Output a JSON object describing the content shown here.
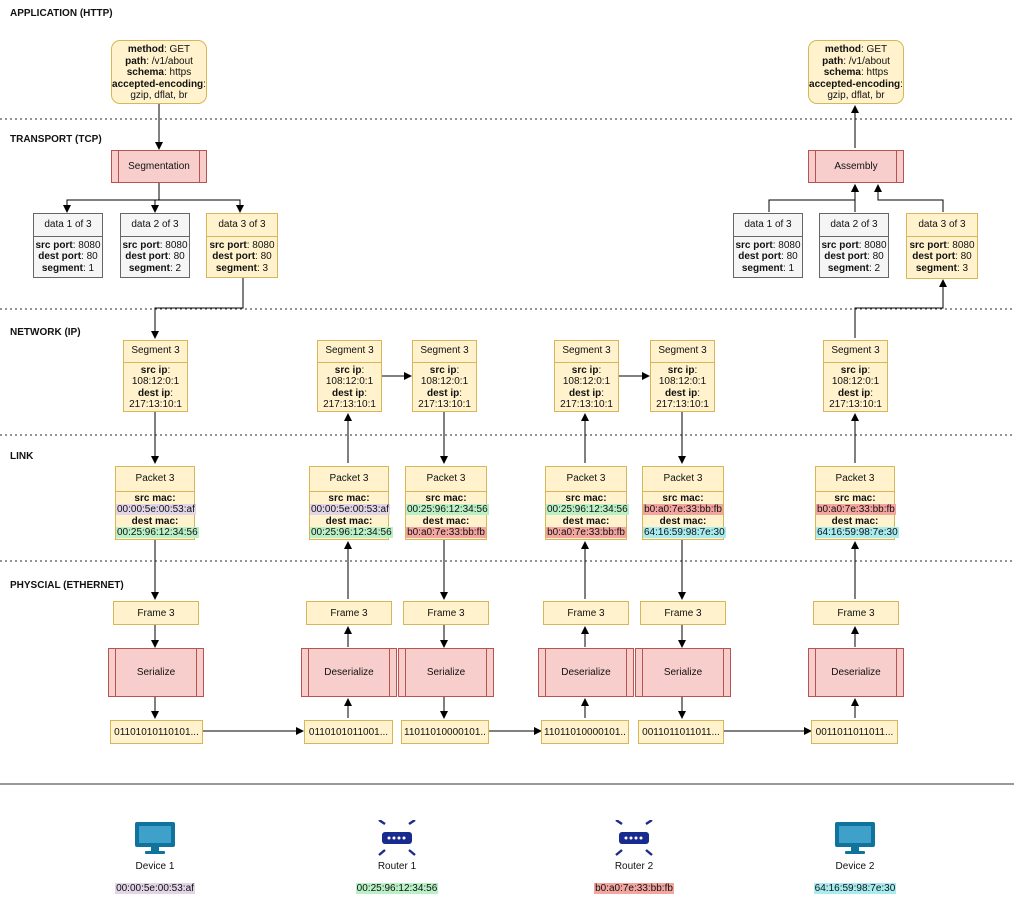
{
  "layers": {
    "application": "APPLICATION (HTTP)",
    "transport": "TRANSPORT (TCP)",
    "network": "NETWORK (IP)",
    "link": "LINK",
    "physical": "PHYSCIAL (ETHERNET)"
  },
  "http": {
    "method_k": "method",
    "method_v": ": GET",
    "path_k": "path",
    "path_v": ": /v1/about",
    "schema_k": "schema",
    "schema_v": ": https",
    "enc_k": "accepted-encoding",
    "enc_v": ":",
    "enc_vals": "gzip, dflat, br"
  },
  "transport": {
    "segmentation": "Segmentation",
    "assembly": "Assembly",
    "chunks": [
      {
        "title": "data 1 of 3",
        "seg": ": 1"
      },
      {
        "title": "data 2 of 3",
        "seg": ": 2"
      },
      {
        "title": "data 3 of 3",
        "seg": ": 3"
      }
    ],
    "src_port_k": "src port",
    "src_port_v": ": 8080",
    "dest_port_k": "dest port",
    "dest_port_v": ": 80",
    "segment_k": "segment"
  },
  "network": {
    "title": "Segment 3",
    "src_k": "src ip",
    "colon": ":",
    "src_v": "108:12:0:1",
    "dest_k": "dest ip",
    "dest_v": "217:13:10:1"
  },
  "link": {
    "title": "Packet 3",
    "src_k": "src mac:",
    "dest_k": "dest mac:"
  },
  "physical": {
    "frame": "Frame 3",
    "serialize": "Serialize",
    "deserialize": "Deserialize",
    "bits1": "01101010110101...",
    "bits2": "0110101011001...",
    "bits3": "11011010000101..",
    "bits4": "11011010000101..",
    "bits5": "0011011011011...",
    "bits6": "0011011011011..."
  },
  "macs": {
    "device1": "00:00:5e:00:53:af",
    "router1": "00:25:96:12:34:56",
    "router2": "b0:a0:7e:33:bb:fb",
    "device2": "64:16:59:98:7e:30"
  },
  "devices": {
    "device1": "Device 1",
    "router1": "Router 1",
    "router2": "Router 2",
    "device2": "Device 2"
  },
  "colors": {
    "yellow_fill": "#fff2cc",
    "yellow_stroke": "#d6b656",
    "red_fill": "#f8cecc",
    "red_stroke": "#b85450",
    "gray_fill": "#f5f5f5",
    "device_blue": "#10739e",
    "router_blue": "#1a2b8f"
  },
  "icons": {
    "device": "monitor-icon",
    "router": "router-icon"
  }
}
